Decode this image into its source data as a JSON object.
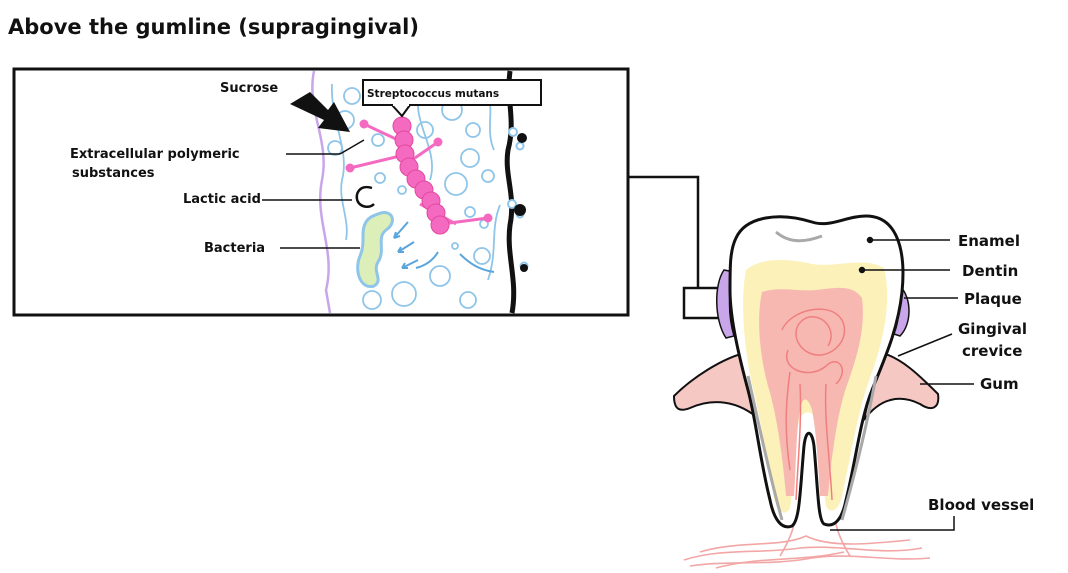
{
  "title": "Above the gumline (supragingival)",
  "zoom_labels": {
    "sucrose": "Sucrose",
    "streptococcus": "Streptococcus mutans",
    "eps_line1": "Extracellular polymeric",
    "eps_line2": "substances",
    "lactic_acid": "Lactic acid",
    "bacteria": "Bacteria"
  },
  "tooth_labels": {
    "enamel": "Enamel",
    "dentin": "Dentin",
    "plaque": "Plaque",
    "gingival_line1": "Gingival",
    "gingival_line2": "crevice",
    "gum": "Gum",
    "blood_vessel": "Blood vessel"
  },
  "colors": {
    "enamel": "#ffffff",
    "dentin": "#fbf1b9",
    "pulp": "#f8b8b2",
    "pulp_vessels": "#ef7f7f",
    "gum": "#f6c8c4",
    "plaque": "#c9a6ea",
    "bacteria_chain": "#f46ac1",
    "biofilm_blue": "#8fc5e8",
    "bacterium_green": "#dcefb8",
    "outline": "#111111"
  }
}
